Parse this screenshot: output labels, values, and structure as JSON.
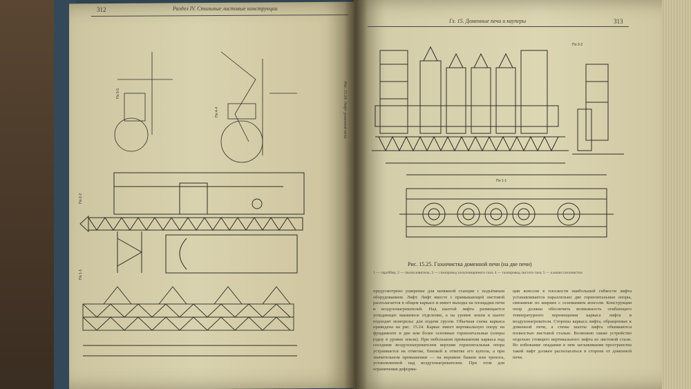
{
  "left_page": {
    "page_number": "312",
    "running_head": "Раздел IV. Стальные листовые конструкции",
    "vertical_caption": "Рис. 15.24. Лифт доменной печи",
    "view_labels": [
      "Пл 1-1",
      "Пл 2-2",
      "По 5-5",
      "Пл 4-4"
    ]
  },
  "right_page": {
    "page_number": "313",
    "running_head": "Гл. 15. Доменные печи и кауперы",
    "figure_caption": "Рис. 15.25. Газоочистка доменной печи (на две печи)",
    "legend": "1 — скруббер; 2 — пылеуловитель; 3 — газопровод полуочищенного газа; 4 — газопровод чистого газа; 5 — клапан газоочистки",
    "view_labels": [
      "Пл 1-1",
      "Пл 2-2"
    ],
    "column_left": "предусмотрено уширение для натяжной станции с подъёмным оборудованием. Лифт. Лифт вместе с примыкающей листовой располагается в общем каркасе и имеет выходы на площадки печи и воздухонагревателей. Над шахтой лифта размещается угледающее машинное отделение, а на уровне земли в шахте подходит монорельс для подачи грузов. Обычная схема каркаса приведена на рис. 15.24. Каркас имеет вертикальную опору на фундаменте и две или более основные горизонтальные (опоры (одну в уровне земли). При небольшом превышении каркаса над соседним воздухонагревателем верхняя горизонтальная опора устраивается на отметке, близкой к отметке его купола, а при значительном превышении — на вершине башни или тренога, установленной над воздухонагревателем. При этом для ограничения деформа-",
    "column_right": "ции консоли в плоскости наибольшей гибкости лифта устанавливается параллельно две горизонтальные опоры, связанные по ширине с основанием консоли. Конструкция опор должна обеспечить возможность огибающего температурного перемещения каркаса лифта и воздухонагревателя. Стороны каркаса лифта, обращенные к доменной печи, а стены шахты лифта обшиваются полностью листовой сталью. Возможно также устройство отдельно стоящего вертикального лифта из листовой стали. Во избежание опадания в нем заглаживания пространства такой лифт должен располагаться в стороне от доменной печи."
  }
}
